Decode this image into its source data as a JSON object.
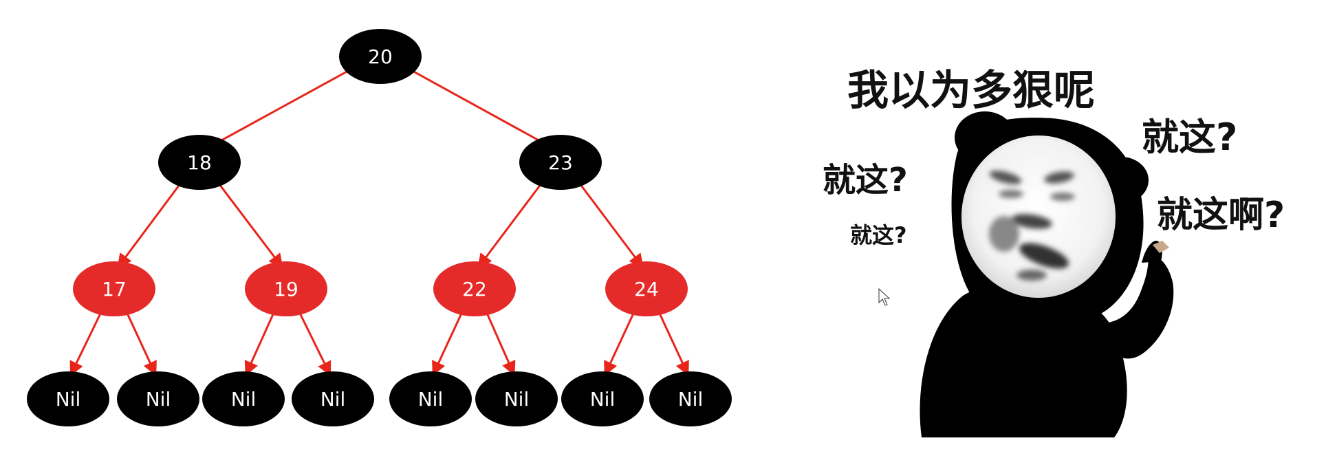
{
  "tree": {
    "root": "20",
    "level2": [
      "18",
      "23"
    ],
    "level3": [
      "17",
      "19",
      "22",
      "24"
    ],
    "leaf_label": "Nil",
    "colors": {
      "black_node": "#000000",
      "red_node": "#e52a2a",
      "edge": "#e8251b",
      "label": "#ffffff"
    }
  },
  "meme": {
    "title": "我以为多狠呢",
    "phrase_top_right": "就这?",
    "phrase_left": "就这?",
    "phrase_left_small": "就这?",
    "phrase_right": "就这啊?"
  }
}
